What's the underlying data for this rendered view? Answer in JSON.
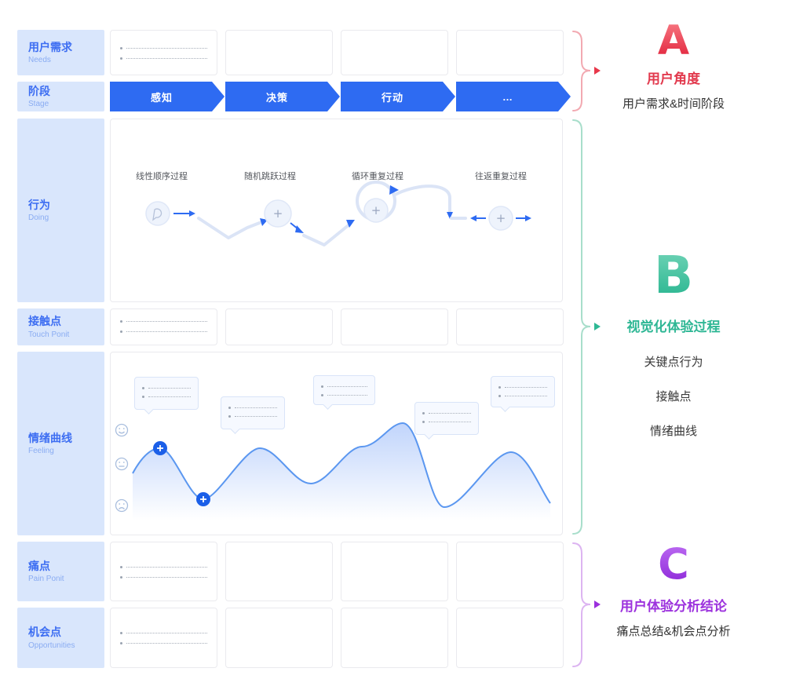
{
  "rows": [
    {
      "zh": "用户需求",
      "en": "Needs"
    },
    {
      "zh": "阶段",
      "en": "Stage"
    },
    {
      "zh": "行为",
      "en": "Doing"
    },
    {
      "zh": "接触点",
      "en": "Touch Ponit"
    },
    {
      "zh": "情绪曲线",
      "en": "Feeling"
    },
    {
      "zh": "痛点",
      "en": "Pain Ponit"
    },
    {
      "zh": "机会点",
      "en": "Opportunities"
    }
  ],
  "stages": [
    {
      "label": "感知"
    },
    {
      "label": "决策"
    },
    {
      "label": "行动"
    },
    {
      "label": "…"
    }
  ],
  "doing": {
    "processes": [
      {
        "label": "线性顺序过程"
      },
      {
        "label": "随机跳跃过程"
      },
      {
        "label": "循环重复过程"
      },
      {
        "label": "往返重复过程"
      }
    ]
  },
  "annotations": {
    "a": {
      "letter": "A",
      "title": "用户角度",
      "subtitle": "用户需求&时间阶段"
    },
    "b": {
      "letter": "B",
      "title": "视觉化体验过程",
      "items": [
        {
          "label": "关键点行为"
        },
        {
          "label": "接触点"
        },
        {
          "label": "情绪曲线"
        }
      ]
    },
    "c": {
      "letter": "C",
      "title": "用户体验分析结论",
      "subtitle": "痛点总结&机会点分析"
    }
  },
  "colors": {
    "accent_blue": "#2e6bf2",
    "label_bg": "#d9e6fc",
    "a_red": "#e23a4e",
    "b_teal": "#2fb795",
    "c_purple": "#9c32dd"
  }
}
